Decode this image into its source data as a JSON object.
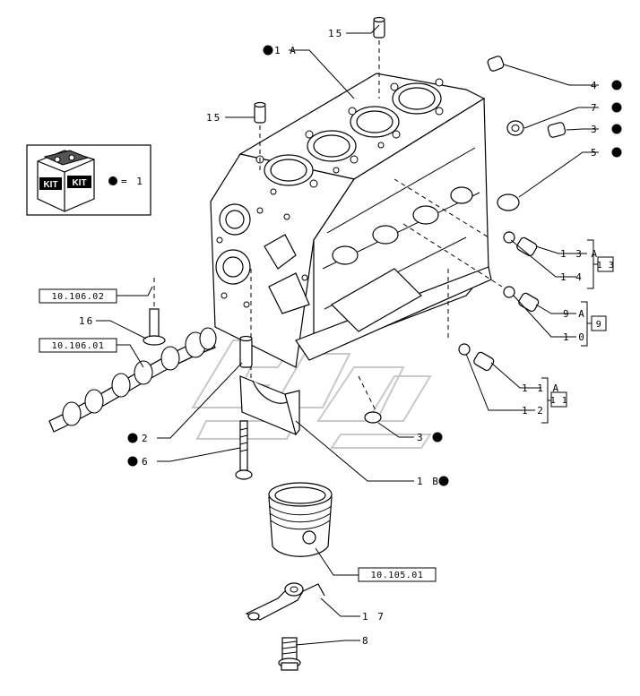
{
  "legend": {
    "icon_text_1": "KIT",
    "icon_text_2": "KIT",
    "equals_text": "= 1"
  },
  "labels": {
    "p15_top": "15",
    "p1A": "1 A",
    "p4": "4",
    "p15_left": "15",
    "p7": "7",
    "p3_upper": "3",
    "p5": "5",
    "p13A": "1 3 A",
    "p14": "1 4",
    "p9A": "9 A",
    "p10": "1 0",
    "p11A": "1 1 A",
    "p12": "1 2",
    "p16": "16",
    "p2": "2",
    "p6": "6",
    "p3_lower": "3",
    "p1B": "1 B",
    "p17": "1 7",
    "p8": "8"
  },
  "group_boxes": {
    "g13": "1 3",
    "g9": "9",
    "g11": "1 1"
  },
  "ref_boxes": {
    "ref_10_106_02": "10.106.02",
    "ref_10_106_01": "10.106.01",
    "ref_10_105_01": "10.105.01"
  },
  "colors": {
    "ink": "#000000",
    "watermark": "#c8c8c8",
    "paper": "#ffffff"
  }
}
